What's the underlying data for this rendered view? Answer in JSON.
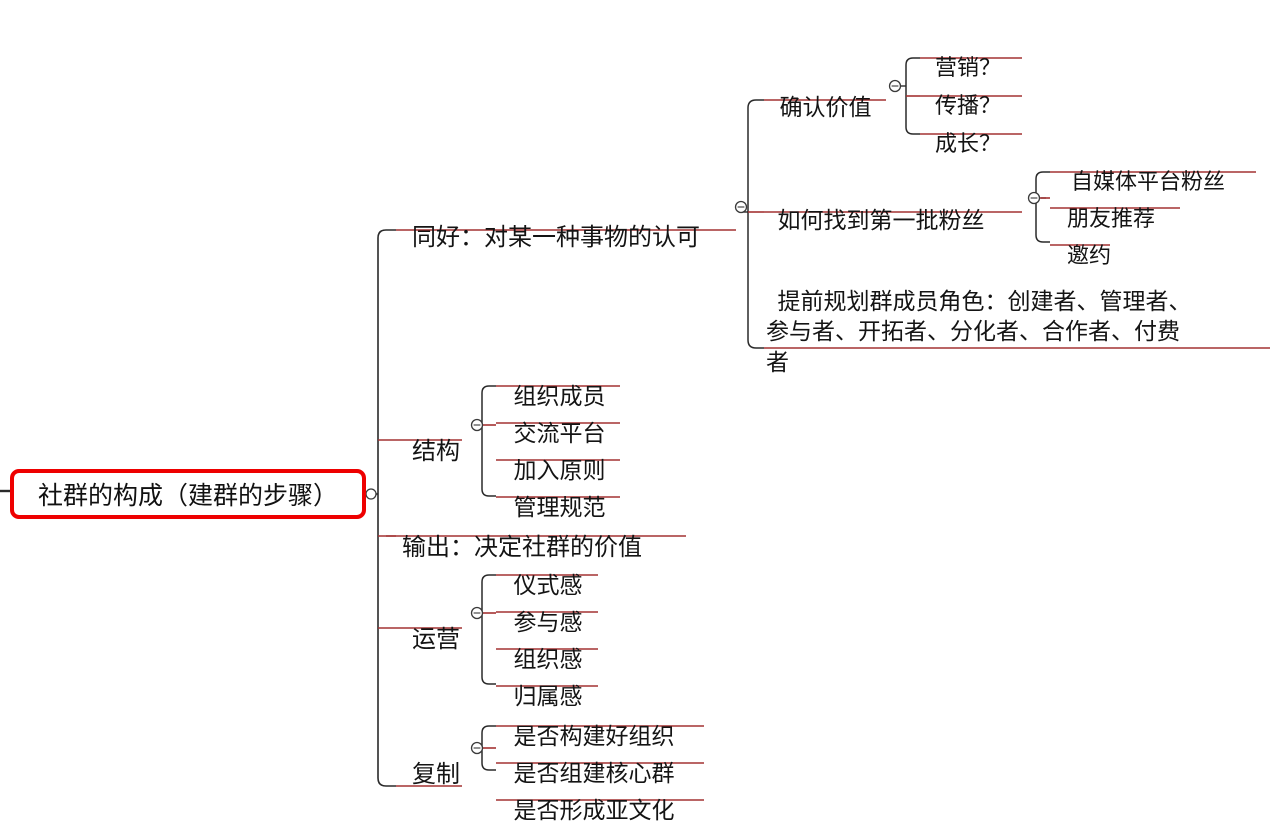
{
  "app": {
    "type": "mind-map",
    "background": "#ffffff",
    "root_border_color": "#ee0000",
    "branch_line_color": "#a33232",
    "trunk_line_color": "#2a2a2a",
    "text_color": "#141414"
  },
  "root": {
    "label": "社群的构成（建群的步骤）",
    "toggle_icon": "collapse-circle-icon"
  },
  "branches": [
    {
      "id": "tonghao",
      "label": "同好：对某一种事物的认可",
      "toggle_icon": "collapse-circle-icon",
      "children": [
        {
          "id": "queren-jiazhi",
          "label": "确认价值",
          "toggle_icon": "collapse-circle-icon",
          "children": [
            {
              "id": "yingxiao",
              "label": "营销？"
            },
            {
              "id": "chuanbo",
              "label": "传播？"
            },
            {
              "id": "chengzhang",
              "label": "成长？"
            }
          ]
        },
        {
          "id": "ruhe-zhaodao",
          "label": "如何找到第一批粉丝",
          "toggle_icon": "collapse-circle-icon",
          "children": [
            {
              "id": "zimeiti",
              "label": "自媒体平台粉丝"
            },
            {
              "id": "pengyou",
              "label": "朋友推荐"
            },
            {
              "id": "yaoyue",
              "label": "邀约"
            }
          ]
        },
        {
          "id": "tiqian-guihua",
          "label": "提前规划群成员角色：创建者、管理者、\n参与者、开拓者、分化者、合作者、付费\n者",
          "children": []
        }
      ]
    },
    {
      "id": "jiegou",
      "label": "结构",
      "toggle_icon": "collapse-circle-icon",
      "children": [
        {
          "id": "zuzhi-chengyuan",
          "label": "组织成员"
        },
        {
          "id": "jiaoliu-pingtai",
          "label": "交流平台"
        },
        {
          "id": "jiaru-yuanze",
          "label": "加入原则"
        },
        {
          "id": "guanli-guifan",
          "label": "管理规范"
        }
      ]
    },
    {
      "id": "shuchu",
      "label": "输出：决定社群的价值",
      "children": []
    },
    {
      "id": "yunying",
      "label": "运营",
      "toggle_icon": "collapse-circle-icon",
      "children": [
        {
          "id": "yishi-gan",
          "label": "仪式感"
        },
        {
          "id": "canyu-gan",
          "label": "参与感"
        },
        {
          "id": "zuzhi-gan",
          "label": "组织感"
        },
        {
          "id": "guishu-gan",
          "label": "归属感"
        }
      ]
    },
    {
      "id": "fuzhi",
      "label": "复制",
      "toggle_icon": "collapse-circle-icon",
      "children": [
        {
          "id": "goujian-zuzhi",
          "label": "是否构建好组织"
        },
        {
          "id": "zujian-hexinqun",
          "label": "是否组建核心群"
        },
        {
          "id": "xingcheng-yawenhua",
          "label": "是否形成亚文化"
        }
      ]
    }
  ]
}
